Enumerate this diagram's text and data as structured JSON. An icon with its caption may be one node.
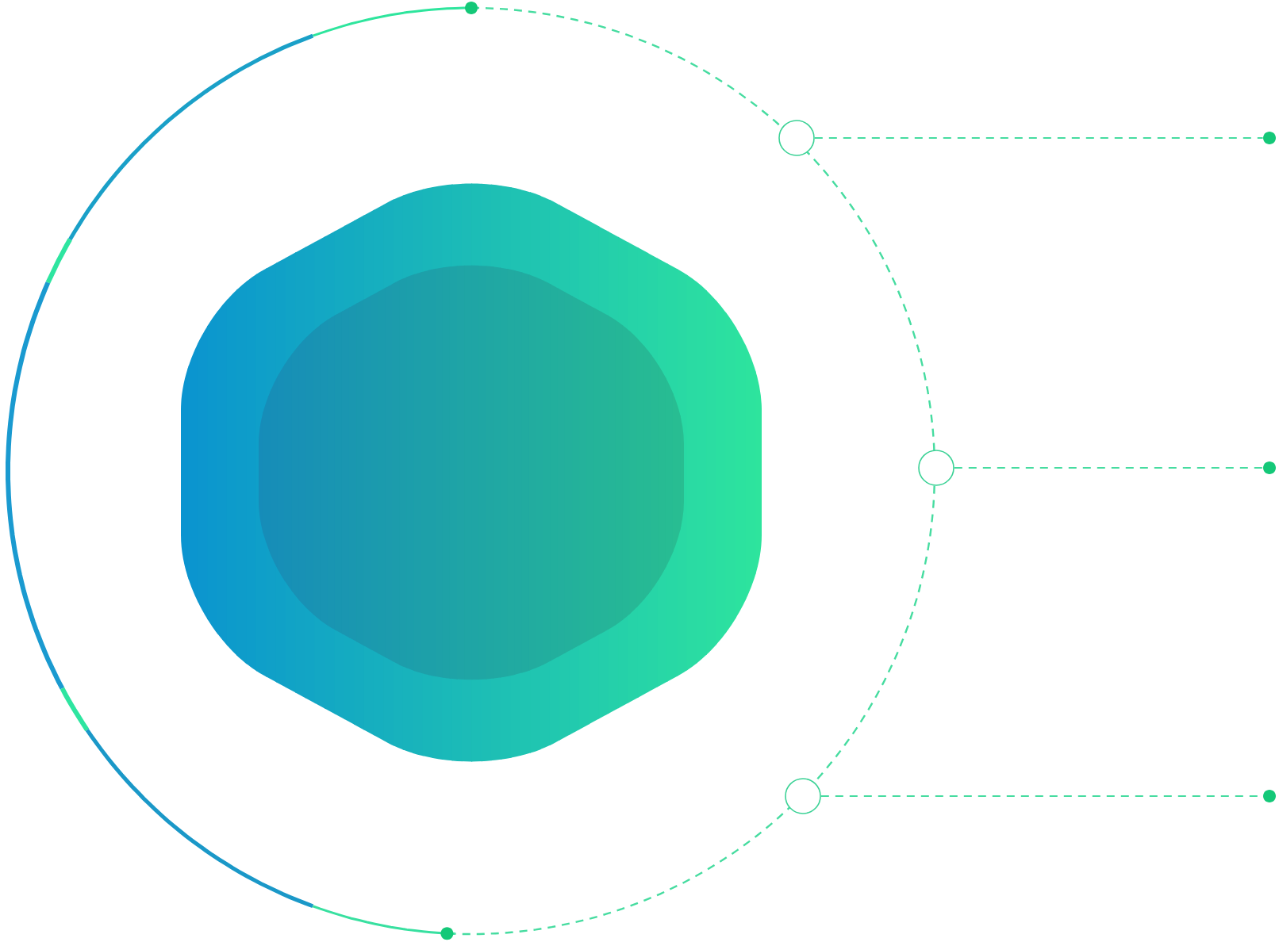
{
  "diagram": {
    "nodes": [
      {
        "text": [],
        "shape": "hexagon"
      },
      {
        "text": [],
        "shape": "hexagon",
        "in": 0
      },
      {
        "text": [],
        "shape": "circle"
      },
      {
        "text": [],
        "shape": "circle"
      },
      {
        "text": [],
        "shape": "circle"
      },
      {
        "text": [],
        "shape": "dot"
      },
      {
        "text": [],
        "shape": "dot"
      },
      {
        "text": [],
        "shape": "dot"
      }
    ],
    "edges": [
      {
        "from": 2,
        "to": 5,
        "arrow": "none",
        "style": "dashed"
      },
      {
        "from": 3,
        "to": 6,
        "arrow": "none",
        "style": "dashed"
      },
      {
        "from": 4,
        "to": 7,
        "arrow": "none",
        "style": "dashed"
      }
    ]
  }
}
